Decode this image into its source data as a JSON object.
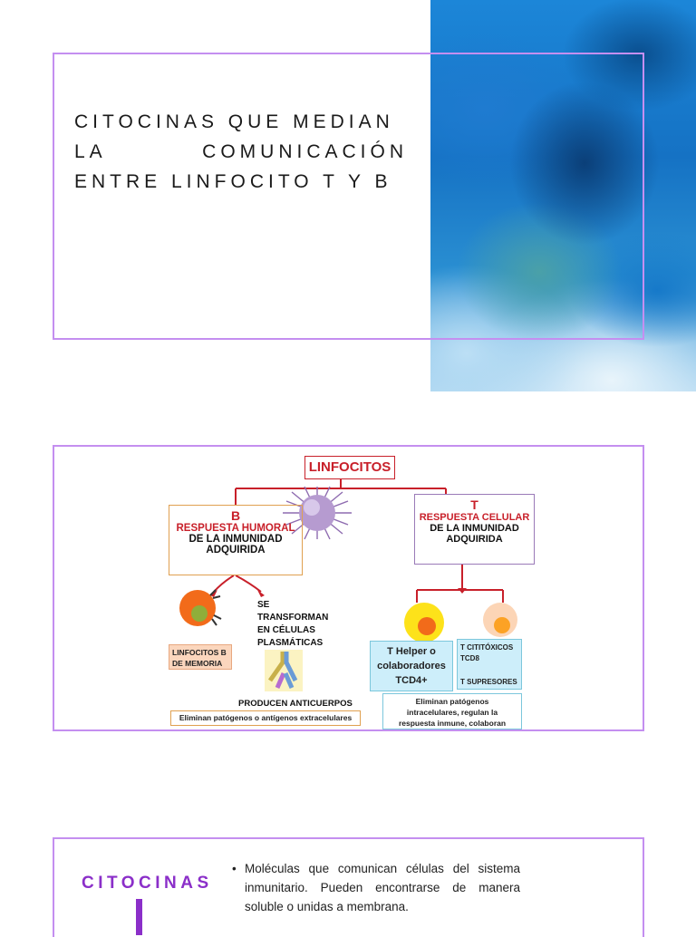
{
  "title": {
    "line1": "CITOCINAS QUE MEDIAN",
    "line2": "LA COMUNICACIÓN",
    "line3": "ENTRE LINFOCITO T Y B"
  },
  "diagram": {
    "root": "LINFOCITOS",
    "b_branch": {
      "letter": "B",
      "subtitle": "RESPUESTA HUMORAL",
      "detail1": "DE LA INMUNIDAD",
      "detail2": "ADQUIRIDA",
      "transform1": "SE",
      "transform2": "TRANSFORMAN",
      "transform3": "EN CÉLULAS",
      "transform4": "PLASMÁTICAS",
      "memory1": "LINFOCITOS B",
      "memory2": "DE MEMORIA",
      "antibodies": "PRODUCEN ANTICUERPOS",
      "eliminate": "Eliminan patógenos o antígenos extracelulares"
    },
    "t_branch": {
      "letter": "T",
      "subtitle": "RESPUESTA CELULAR",
      "detail1": "DE LA INMUNIDAD",
      "detail2": "ADQUIRIDA",
      "helper1": "T Helper o",
      "helper2": "colaboradores",
      "helper3": "TCD4+",
      "cyto1": "T CITITÓXICOS",
      "cyto2": "TCD8",
      "supp": "T SUPRESORES",
      "eliminate1": "Eliminan patógenos",
      "eliminate2": "intracelulares, regulan la",
      "eliminate3": "respuesta inmune, colaboran"
    },
    "colors": {
      "red": "#c8202a",
      "purple_border": "#c48ff0",
      "orange_box": "#e0a050",
      "cyan_box": "#7cc7dc"
    }
  },
  "section": {
    "heading": "CITOCINAS",
    "bullet": "Moléculas que comunican células del sistema inmunitario. Pueden encontrarse de manera soluble o unidas a membrana."
  }
}
